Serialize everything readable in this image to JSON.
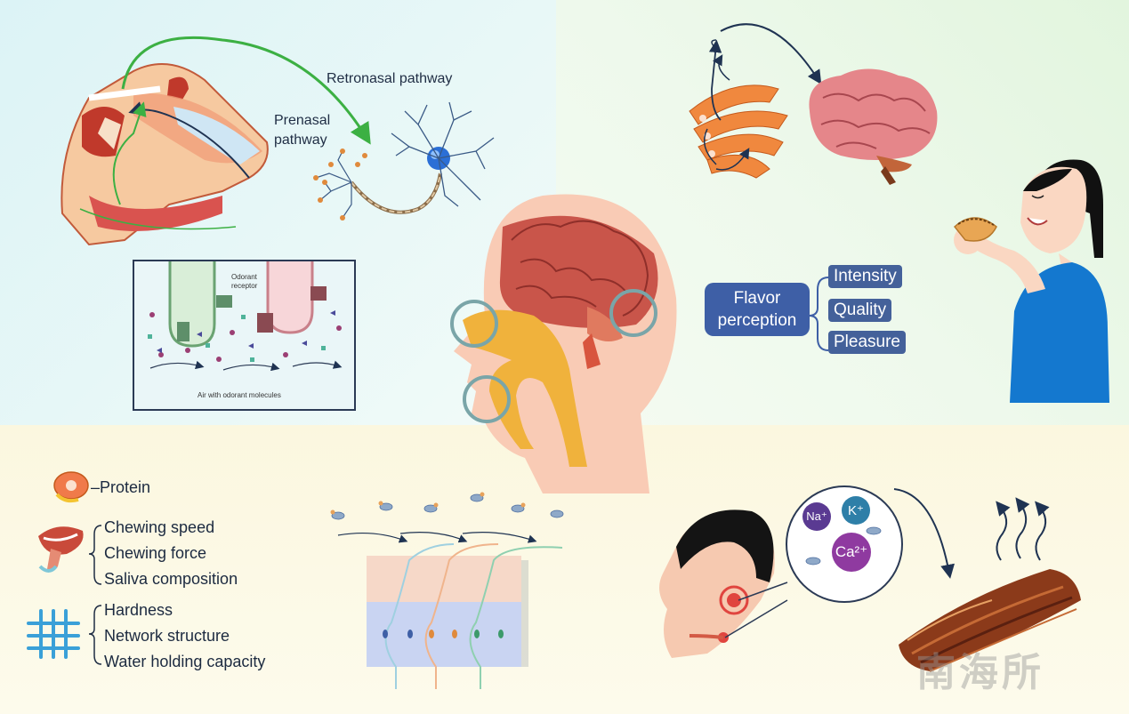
{
  "top_left": {
    "retronasal_label": "Retronasal pathway",
    "prenasal_label": "Prenasal pathway",
    "inset": {
      "odorant_receptor_label": "Odorant receptor",
      "air_label": "Air with odorant molecules"
    }
  },
  "top_right": {
    "flavor_perception": "Flavor perception",
    "attributes": [
      "Intensity",
      "Quality",
      "Pleasure"
    ]
  },
  "bottom_left": {
    "protein_label": "Protein",
    "mouth_factors": [
      "Chewing speed",
      "Chewing force",
      "Saliva composition"
    ],
    "texture_factors": [
      "Hardness",
      "Network structure",
      "Water holding capacity"
    ]
  },
  "bottom_right": {
    "ions": [
      "Na⁺",
      "K⁺",
      "Ca²⁺"
    ]
  },
  "watermark": "南海所",
  "colors": {
    "tag_blue": "#44619a",
    "retronasal_arrow": "#3cb043",
    "brain_pink": "#d9736f",
    "quad_top_left_bg": "#dcf3f6",
    "quad_top_right_bg": "#e2f5de",
    "quad_bottom_bg": "#fbf7df"
  }
}
